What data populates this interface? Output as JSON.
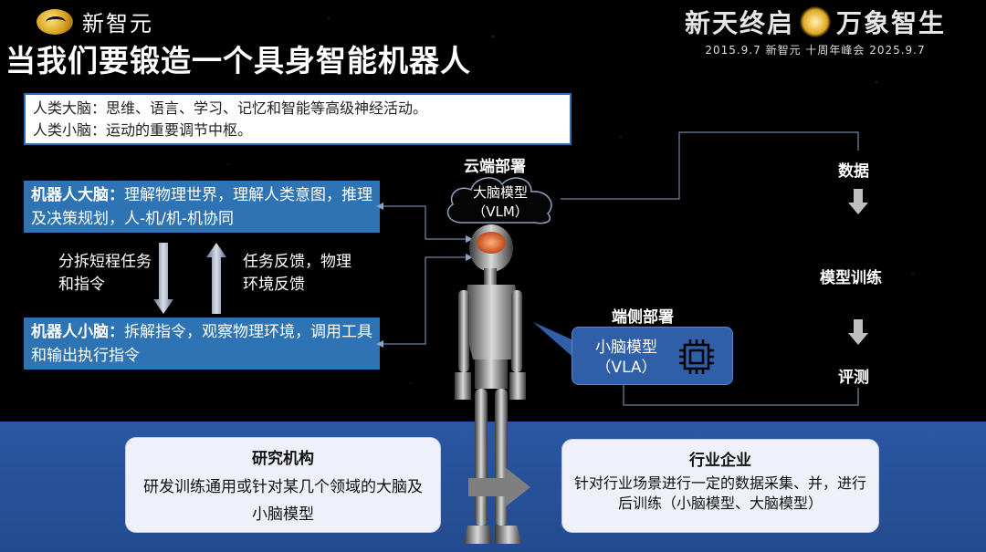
{
  "header": {
    "logo_text": "新智元",
    "slogan_left": "新天终启",
    "slogan_right": "万象智生",
    "subtitle": "2015.9.7 新智元 十周年峰会 2025.9.7"
  },
  "page_title": "当我们要锻造一个具身智能机器人",
  "definitions": [
    "人类大脑：思维、语言、学习、记忆和智能等高级神经活动。",
    "人类小脑：运动的重要调节中枢。"
  ],
  "robot_brain": {
    "title": "机器人大脑：",
    "desc": "理解物理世界，理解人类意图，推理及决策规划，人-机/机-机协同"
  },
  "robot_cerebellum": {
    "title": "机器人小脑：",
    "desc": "拆解指令，观察物理环境，调用工具和输出执行指令"
  },
  "label_down": "分拆短程任务和指令",
  "label_up": "任务反馈，物理环境反馈",
  "cloud": {
    "title": "云端部署",
    "model": "大脑模型",
    "model_abbr": "（VLM）"
  },
  "edge": {
    "title": "端侧部署",
    "model": "小脑模型",
    "model_abbr": "（VLA）"
  },
  "flow": {
    "data": "数据",
    "train": "模型训练",
    "eval": "评测"
  },
  "research": {
    "title": "研究机构",
    "desc": "研发训练通用或针对某几个领域的大脑及小脑模型"
  },
  "industry": {
    "title": "行业企业",
    "desc": "针对行业场景进行一定的数据采集、并，进行后训练（小脑模型、大脑模型）"
  },
  "colors": {
    "accent_blue": "#2e74b5",
    "band_blue": "#2a57a3",
    "gold": "#e0a722"
  },
  "icons": [
    "logo-mark-icon",
    "cloud-icon",
    "chip-icon",
    "arrow-down-icon",
    "arrow-up-icon",
    "arrow-right-icon",
    "robot-illustration"
  ]
}
